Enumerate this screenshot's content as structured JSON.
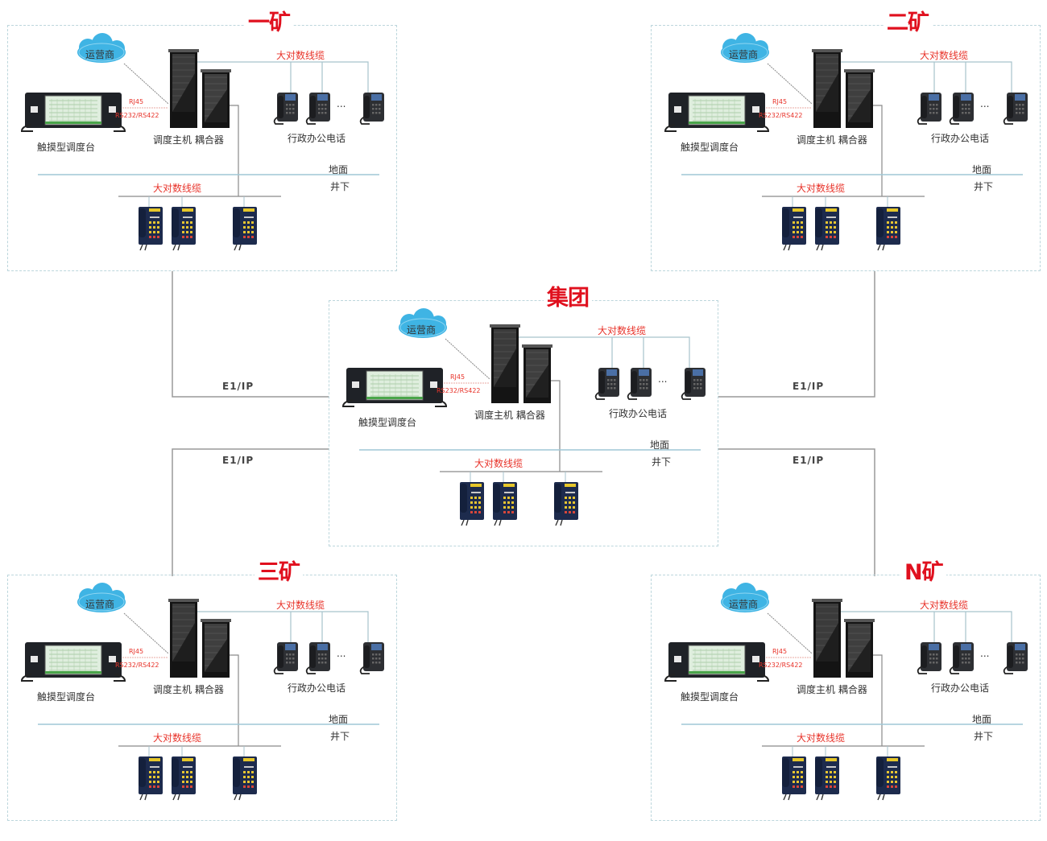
{
  "diagram": {
    "type": "mine dispatch communication network topology",
    "link_label": "E1/IP",
    "sites": [
      {
        "id": "mine-1",
        "title": "一矿",
        "operator_cloud": "运营商",
        "console_label": "触摸型调度台",
        "host_coupler_label": "调度主机 耦合器",
        "office_phones_label": "行政办公电话",
        "cable_top_label": "大对数线缆",
        "cable_bottom_label": "大对数线缆",
        "rj45_label": "RJ45",
        "serial_label": "RS232/RS422",
        "ground_label": "地面",
        "underground_label": "井下",
        "ellipsis": "..."
      },
      {
        "id": "mine-2",
        "title": "二矿",
        "operator_cloud": "运营商",
        "console_label": "触摸型调度台",
        "host_coupler_label": "调度主机 耦合器",
        "office_phones_label": "行政办公电话",
        "cable_top_label": "大对数线缆",
        "cable_bottom_label": "大对数线缆",
        "rj45_label": "RJ45",
        "serial_label": "RS232/RS422",
        "ground_label": "地面",
        "underground_label": "井下",
        "ellipsis": "..."
      },
      {
        "id": "group",
        "title": "集团",
        "operator_cloud": "运营商",
        "console_label": "触摸型调度台",
        "host_coupler_label": "调度主机 耦合器",
        "office_phones_label": "行政办公电话",
        "cable_top_label": "大对数线缆",
        "cable_bottom_label": "大对数线缆",
        "rj45_label": "RJ45",
        "serial_label": "RS232/RS422",
        "ground_label": "地面",
        "underground_label": "井下",
        "ellipsis": "..."
      },
      {
        "id": "mine-3",
        "title": "三矿",
        "operator_cloud": "运营商",
        "console_label": "触摸型调度台",
        "host_coupler_label": "调度主机 耦合器",
        "office_phones_label": "行政办公电话",
        "cable_top_label": "大对数线缆",
        "cable_bottom_label": "大对数线缆",
        "rj45_label": "RJ45",
        "serial_label": "RS232/RS422",
        "ground_label": "地面",
        "underground_label": "井下",
        "ellipsis": "..."
      },
      {
        "id": "mine-n",
        "title": "N矿",
        "operator_cloud": "运营商",
        "console_label": "触摸型调度台",
        "host_coupler_label": "调度主机 耦合器",
        "office_phones_label": "行政办公电话",
        "cable_top_label": "大对数线缆",
        "cable_bottom_label": "大对数线缆",
        "rj45_label": "RJ45",
        "serial_label": "RS232/RS422",
        "ground_label": "地面",
        "underground_label": "井下",
        "ellipsis": "..."
      }
    ],
    "links": [
      {
        "from": "mine-1",
        "to": "group",
        "label": "E1/IP"
      },
      {
        "from": "mine-2",
        "to": "group",
        "label": "E1/IP"
      },
      {
        "from": "mine-3",
        "to": "group",
        "label": "E1/IP"
      },
      {
        "from": "mine-n",
        "to": "group",
        "label": "E1/IP"
      }
    ],
    "colors": {
      "title_red": "#e0101e",
      "label_red": "#e8332a",
      "box_dash": "#bcd6dc",
      "ground_line": "#9fc7d6",
      "link_line": "#9a9a9a",
      "cloud": "#3fb4e4"
    }
  }
}
